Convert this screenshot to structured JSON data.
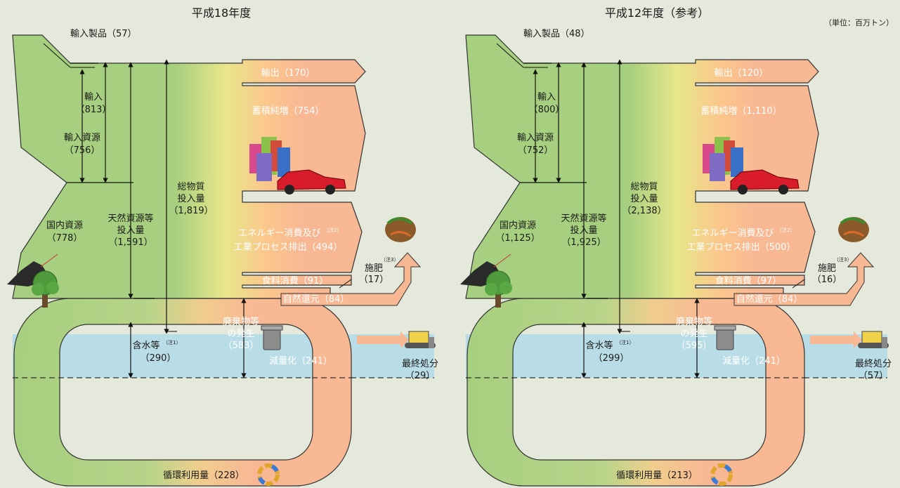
{
  "unit": "（単位：百万トン）",
  "colors": {
    "green": "#a6cf7f",
    "salmon": "#f8b893",
    "water": "#b9dde6",
    "background": "#e4e9dc"
  },
  "panels": [
    {
      "id": "h18",
      "title": "平成18年度",
      "import_products": "輸入製品（57）",
      "import_label": "輸入",
      "import_value": "（813）",
      "import_resources_label": "輸入資源",
      "import_resources_value": "（756）",
      "domestic_label": "国内資源",
      "domestic_value": "（778）",
      "natural_label1": "天然資源等",
      "natural_label2": "投入量",
      "natural_value": "（1,591）",
      "total_label1": "総物質",
      "total_label2": "投入量",
      "total_value": "（1,819）",
      "export": "輸出（170）",
      "accumulation": "蓄積純増（754）",
      "energy_label1": "エネルギー消費及び",
      "energy_note": "（注2）",
      "energy_label2": "工業プロセス排出（494）",
      "food": "食料消費（91）",
      "fertilizer_label": "施肥",
      "fertilizer_note": "（注3）",
      "fertilizer_value": "（17）",
      "natural_return": "自然還元（84）",
      "waste_label1": "廃棄物等",
      "waste_label2": "の発生",
      "waste_value": "（583）",
      "reduction": "減量化（241）",
      "water_label": "含水等",
      "water_note": "（注1）",
      "water_value": "（290）",
      "final_label": "最終処分",
      "final_value": "（29）",
      "recycle": "循環利用量（228）"
    },
    {
      "id": "h12",
      "title": "平成12年度（参考）",
      "import_products": "輸入製品（48）",
      "import_label": "輸入",
      "import_value": "（800）",
      "import_resources_label": "輸入資源",
      "import_resources_value": "（752）",
      "domestic_label": "国内資源",
      "domestic_value": "（1,125）",
      "natural_label1": "天然資源等",
      "natural_label2": "投入量",
      "natural_value": "（1,925）",
      "total_label1": "総物質",
      "total_label2": "投入量",
      "total_value": "（2,138）",
      "export": "輸出（120）",
      "accumulation": "蓄積純増（1,110）",
      "energy_label1": "エネルギー消費及び",
      "energy_note": "（注2）",
      "energy_label2": "工業プロセス排出（500）",
      "food": "食料消費（97）",
      "fertilizer_label": "施肥",
      "fertilizer_note": "（注3）",
      "fertilizer_value": "（16）",
      "natural_return": "自然還元（84）",
      "waste_label1": "廃棄物等",
      "waste_label2": "の発生",
      "waste_value": "（595）",
      "reduction": "減量化（241）",
      "water_label": "含水等",
      "water_note": "（注1）",
      "water_value": "（299）",
      "final_label": "最終処分",
      "final_value": "（57）",
      "recycle": "循環利用量（213）"
    }
  ]
}
